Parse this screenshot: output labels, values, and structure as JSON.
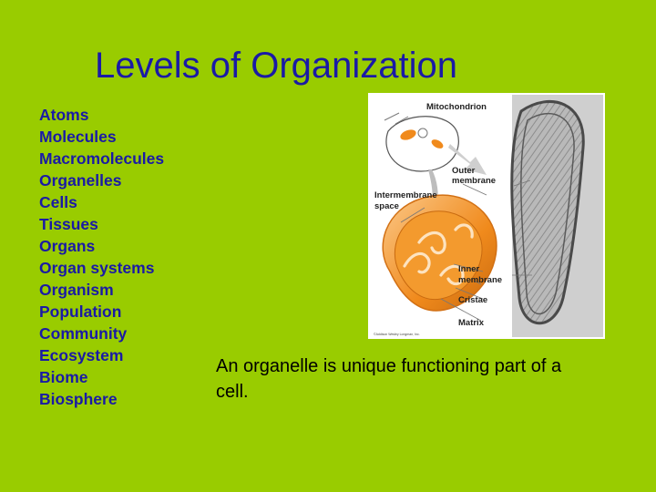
{
  "slide": {
    "title": "Levels of Organization",
    "levels": [
      "Atoms",
      "Molecules",
      "Macromolecules",
      "Organelles",
      "Cells",
      "Tissues",
      "Organs",
      "Organ systems",
      "Organism",
      "Population",
      "Community",
      "Ecosystem",
      "Biome",
      "Biosphere"
    ],
    "caption": "An organelle is unique functioning part of a cell."
  },
  "figure": {
    "labels": {
      "mitochondrion": "Mitochondrion",
      "outer_membrane_1": "Outer",
      "outer_membrane_2": "membrane",
      "intermembrane_1": "Intermembrane",
      "intermembrane_2": "space",
      "inner_membrane_1": "Inner",
      "inner_membrane_2": "membrane",
      "cristae": "Cristae",
      "matrix": "Matrix"
    },
    "copyright": "©Addison Wesley Longman, Inc."
  },
  "colors": {
    "background": "#99cc00",
    "title_text": "#1a1aa6",
    "organelle_orange": "#f08a1c"
  }
}
